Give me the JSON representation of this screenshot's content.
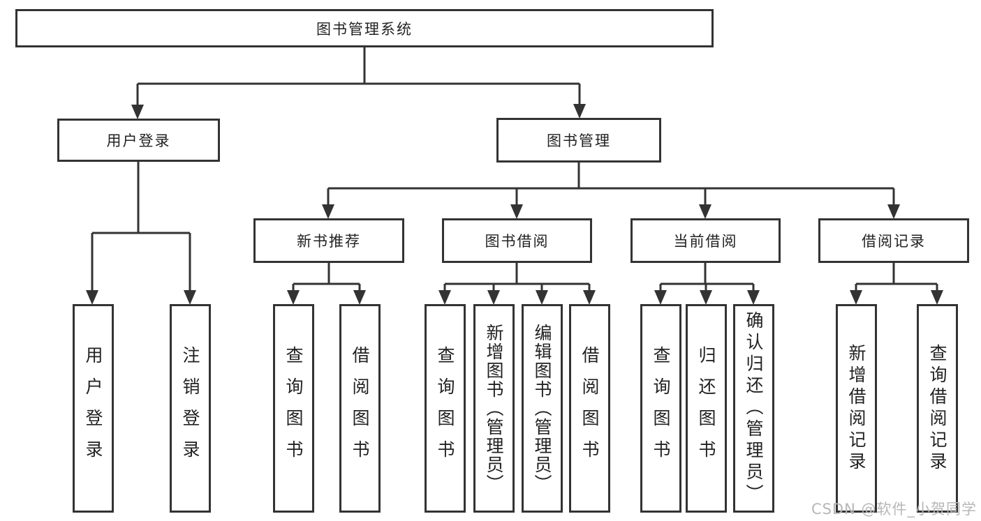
{
  "tree": {
    "root": {
      "label": "图书管理系统"
    },
    "branches": [
      {
        "label": "用户登录",
        "children": [
          {
            "label": "用户登录"
          },
          {
            "label": "注销登录"
          }
        ]
      },
      {
        "label": "图书管理",
        "children": [
          {
            "label": "新书推荐",
            "children": [
              {
                "label": "查询图书"
              },
              {
                "label": "借阅图书"
              }
            ]
          },
          {
            "label": "图书借阅",
            "children": [
              {
                "label": "查询图书"
              },
              {
                "label": "新增图书（管理员）"
              },
              {
                "label": "编辑图书（管理员）"
              },
              {
                "label": "借阅图书"
              }
            ]
          },
          {
            "label": "当前借阅",
            "children": [
              {
                "label": "查询图书"
              },
              {
                "label": "归还图书"
              },
              {
                "label": "确认归还（管理员）"
              }
            ]
          },
          {
            "label": "借阅记录",
            "children": [
              {
                "label": "新增借阅记录"
              },
              {
                "label": "查询借阅记录"
              }
            ]
          }
        ]
      }
    ]
  },
  "watermark": "CSDN @软件_小贺同学",
  "colors": {
    "line": "#333333",
    "box_border": "#333333",
    "text": "#222222",
    "watermark": "#b7b7b7",
    "background": "#ffffff"
  }
}
